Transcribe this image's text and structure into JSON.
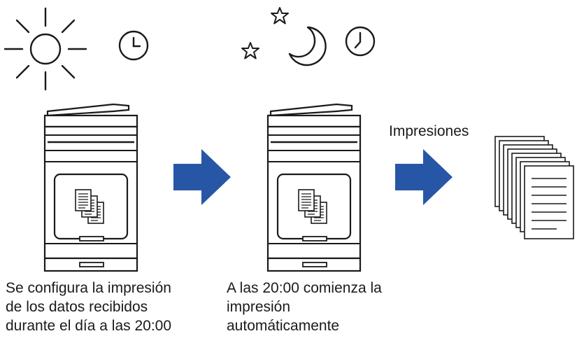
{
  "labels": {
    "printouts": "Impresiones"
  },
  "captions": {
    "day": [
      "Se configura la impresión",
      "de los datos recibidos",
      "durante el día a las 20:00"
    ],
    "night": [
      "A las 20:00 comienza la",
      "impresión",
      "automáticamente"
    ]
  },
  "icons": [
    "sun-icon",
    "clock-icon",
    "star-icon",
    "moon-icon",
    "printer-icon",
    "arrow-right-icon",
    "document-stack-icon",
    "paper-stack-icon"
  ],
  "colors": {
    "arrow": "#2756a6",
    "line": "#1a1a1a",
    "fill": "#ffffff"
  }
}
